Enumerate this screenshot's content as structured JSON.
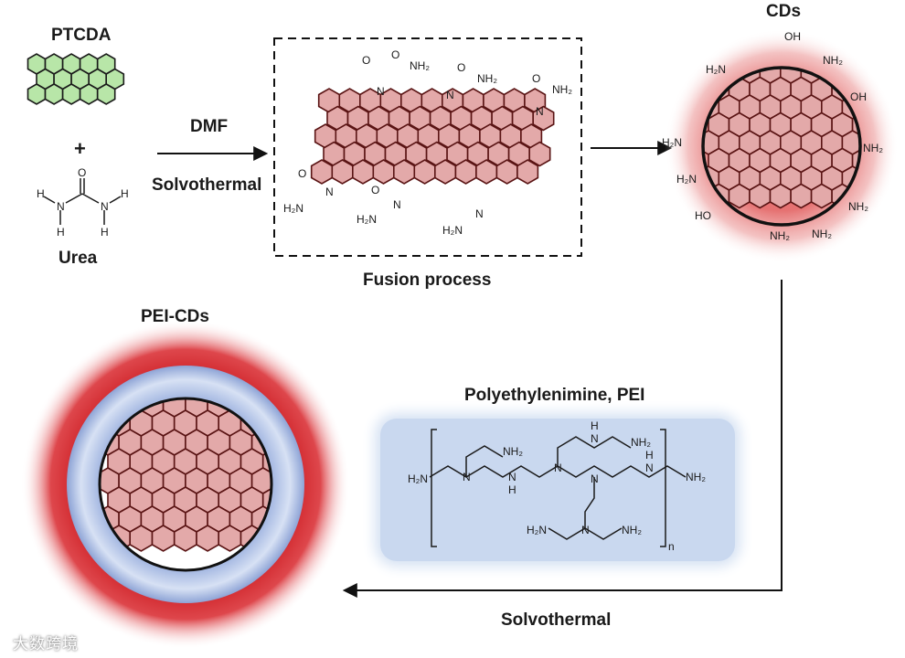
{
  "labels": {
    "ptcda": "PTCDA",
    "plus": "+",
    "urea": "Urea",
    "dmf": "DMF",
    "solvothermal_top": "Solvothermal",
    "fusion": "Fusion process",
    "cds": "CDs",
    "pei_title": "Polyethylenimine, PEI",
    "pei_cds": "PEI-CDs",
    "solvothermal_bottom": "Solvothermal"
  },
  "atoms": {
    "O": "O",
    "N": "N",
    "H": "H",
    "NH2": "NH₂",
    "H2N": "H₂N",
    "OH": "OH",
    "HO": "HO",
    "n": "n"
  },
  "watermark": "大数跨境",
  "colors": {
    "ptcda_ring": "#b8e6a8",
    "graphene_fill": "#e3a9a9",
    "graphene_stroke": "#5a1414",
    "cd_glow": "#e05050",
    "pei_shell": "#8fa6d8",
    "pei_outer_glow": "#cc1a1a",
    "pei_panel": "#c9d8ef"
  }
}
